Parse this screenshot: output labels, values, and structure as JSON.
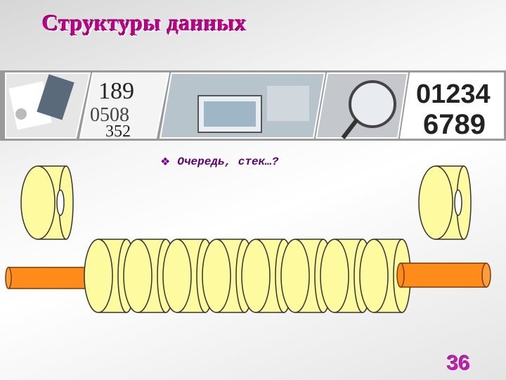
{
  "slide": {
    "title": "Структуры данных",
    "bullet_text": "Очередь, стек…?",
    "bullet_icon": "diamond-bullet-icon",
    "page_number": "36"
  },
  "banner": {
    "panels": [
      "office-documents-photo",
      "handwritten-digits-photo",
      "computer-monitor-photo",
      "magnifying-glass-photo",
      "digits-photo"
    ],
    "digits_panel_rows": [
      "01234",
      "6789"
    ]
  },
  "illustration": {
    "rings_on_rod": 8,
    "rings_off_rod": 2,
    "colors": {
      "ring": "#fdfaa0",
      "ring_outline": "#333333",
      "rod": "#ff8c1a"
    }
  }
}
